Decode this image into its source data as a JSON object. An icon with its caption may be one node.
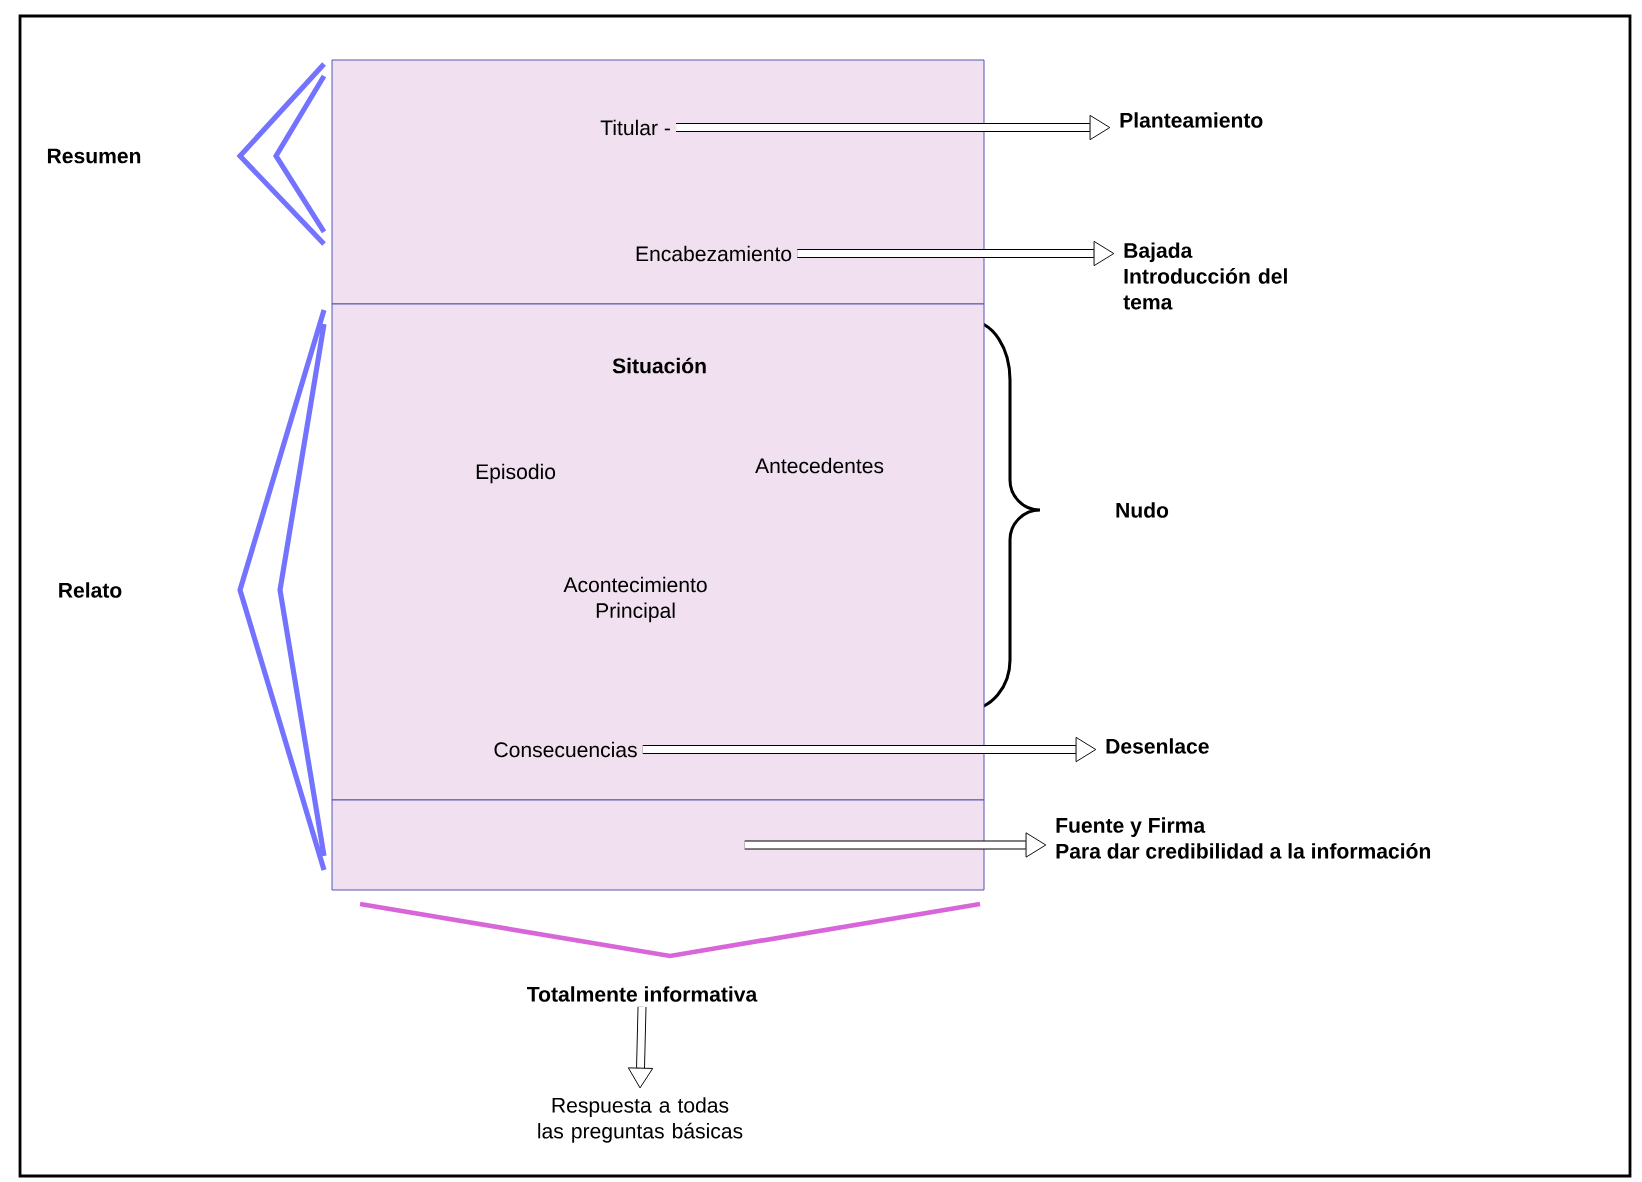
{
  "diagram": {
    "nodes": [
      {
        "text": [],
        "shape": "box"
      },
      {
        "text": [
          "Titular -"
        ],
        "in": 0
      },
      {
        "text": [
          "Encabezamiento"
        ],
        "in": 0
      },
      {
        "text": [],
        "shape": "box"
      },
      {
        "text": [
          "Situación"
        ],
        "in": 3
      },
      {
        "text": [
          "Episodio"
        ],
        "in": 3
      },
      {
        "text": [
          "Antecedentes"
        ],
        "in": 3
      },
      {
        "text": [
          "Acontecimiento Principal"
        ],
        "in": 3
      },
      {
        "text": [
          "Consecuencias"
        ],
        "in": 3
      },
      {
        "text": [],
        "shape": "box"
      },
      {
        "text": [
          "Planteamiento"
        ]
      },
      {
        "text": [
          "Bajada Introducción del tema"
        ]
      },
      {
        "text": [
          "Desenlace"
        ]
      },
      {
        "text": [
          "Fuente y Firma",
          "Para dar credibilidad a la información"
        ]
      },
      {
        "text": [
          "Totalmente informativa"
        ]
      },
      {
        "text": [
          "Respuesta a todas las preguntas básicas"
        ]
      }
    ],
    "edges": [
      {
        "from": 1,
        "to": 10,
        "arrow": "to"
      },
      {
        "from": 2,
        "to": 11,
        "arrow": "to"
      },
      {
        "from": 8,
        "to": 12,
        "arrow": "to"
      },
      {
        "from": 9,
        "to": 13,
        "arrow": "to"
      },
      {
        "from": 14,
        "to": 15,
        "arrow": "to"
      }
    ],
    "labels": [
      "Resumen",
      "Relato",
      "Nudo"
    ]
  }
}
